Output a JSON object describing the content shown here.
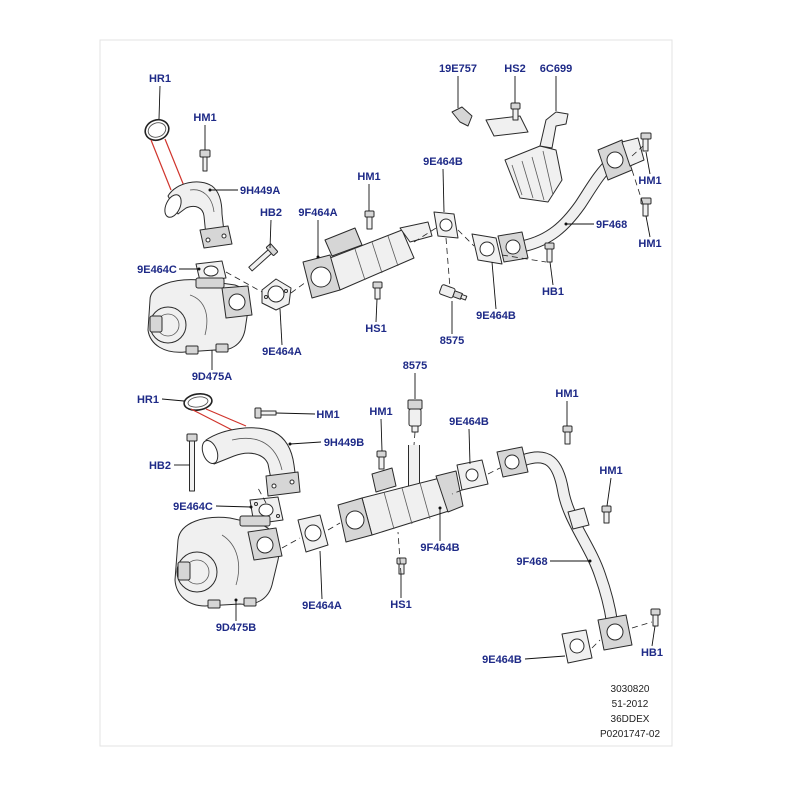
{
  "colors": {
    "callout_text": "#1e2a87",
    "ring_guide_line": "#d0342c"
  },
  "upper_assembly": {
    "callouts": [
      "HR1",
      "HM1",
      "9H449A",
      "HB2",
      "9E464C",
      "9F464A",
      "HM1",
      "9E464B",
      "19E757",
      "HS2",
      "6C699",
      "HM1",
      "9F468",
      "HM1",
      "HB1",
      "9E464B",
      "HS1",
      "8575",
      "9E464A",
      "9D475A"
    ]
  },
  "lower_assembly": {
    "callouts": [
      "8575",
      "HR1",
      "HM1",
      "HM1",
      "HM1",
      "9H449B",
      "9E464B",
      "HB2",
      "HM1",
      "9E464C",
      "9F464B",
      "9F468",
      "9E464A",
      "HS1",
      "9D475B",
      "9E464B",
      "HB1"
    ]
  },
  "footer": {
    "lines": [
      "3030820",
      "51-2012",
      "36DDEX",
      "P0201747-02"
    ]
  }
}
